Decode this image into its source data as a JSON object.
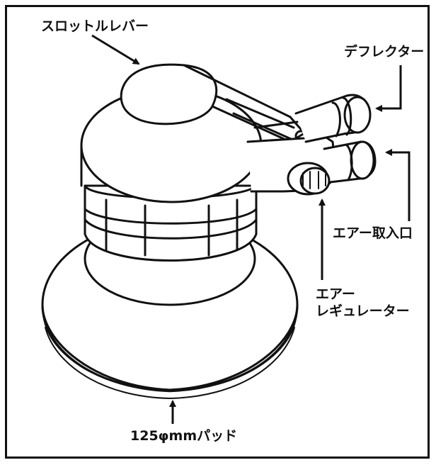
{
  "labels": {
    "throttle_lever": "スロットルレバー",
    "deflector": "デフレクター",
    "air_intake": "エアー取入口",
    "air_regulator_line1": "エアー",
    "air_regulator_line2": "レギュレーター",
    "pad": "125φmmパッド"
  },
  "colors": {
    "ink": "#111111",
    "paper": "#ffffff"
  }
}
